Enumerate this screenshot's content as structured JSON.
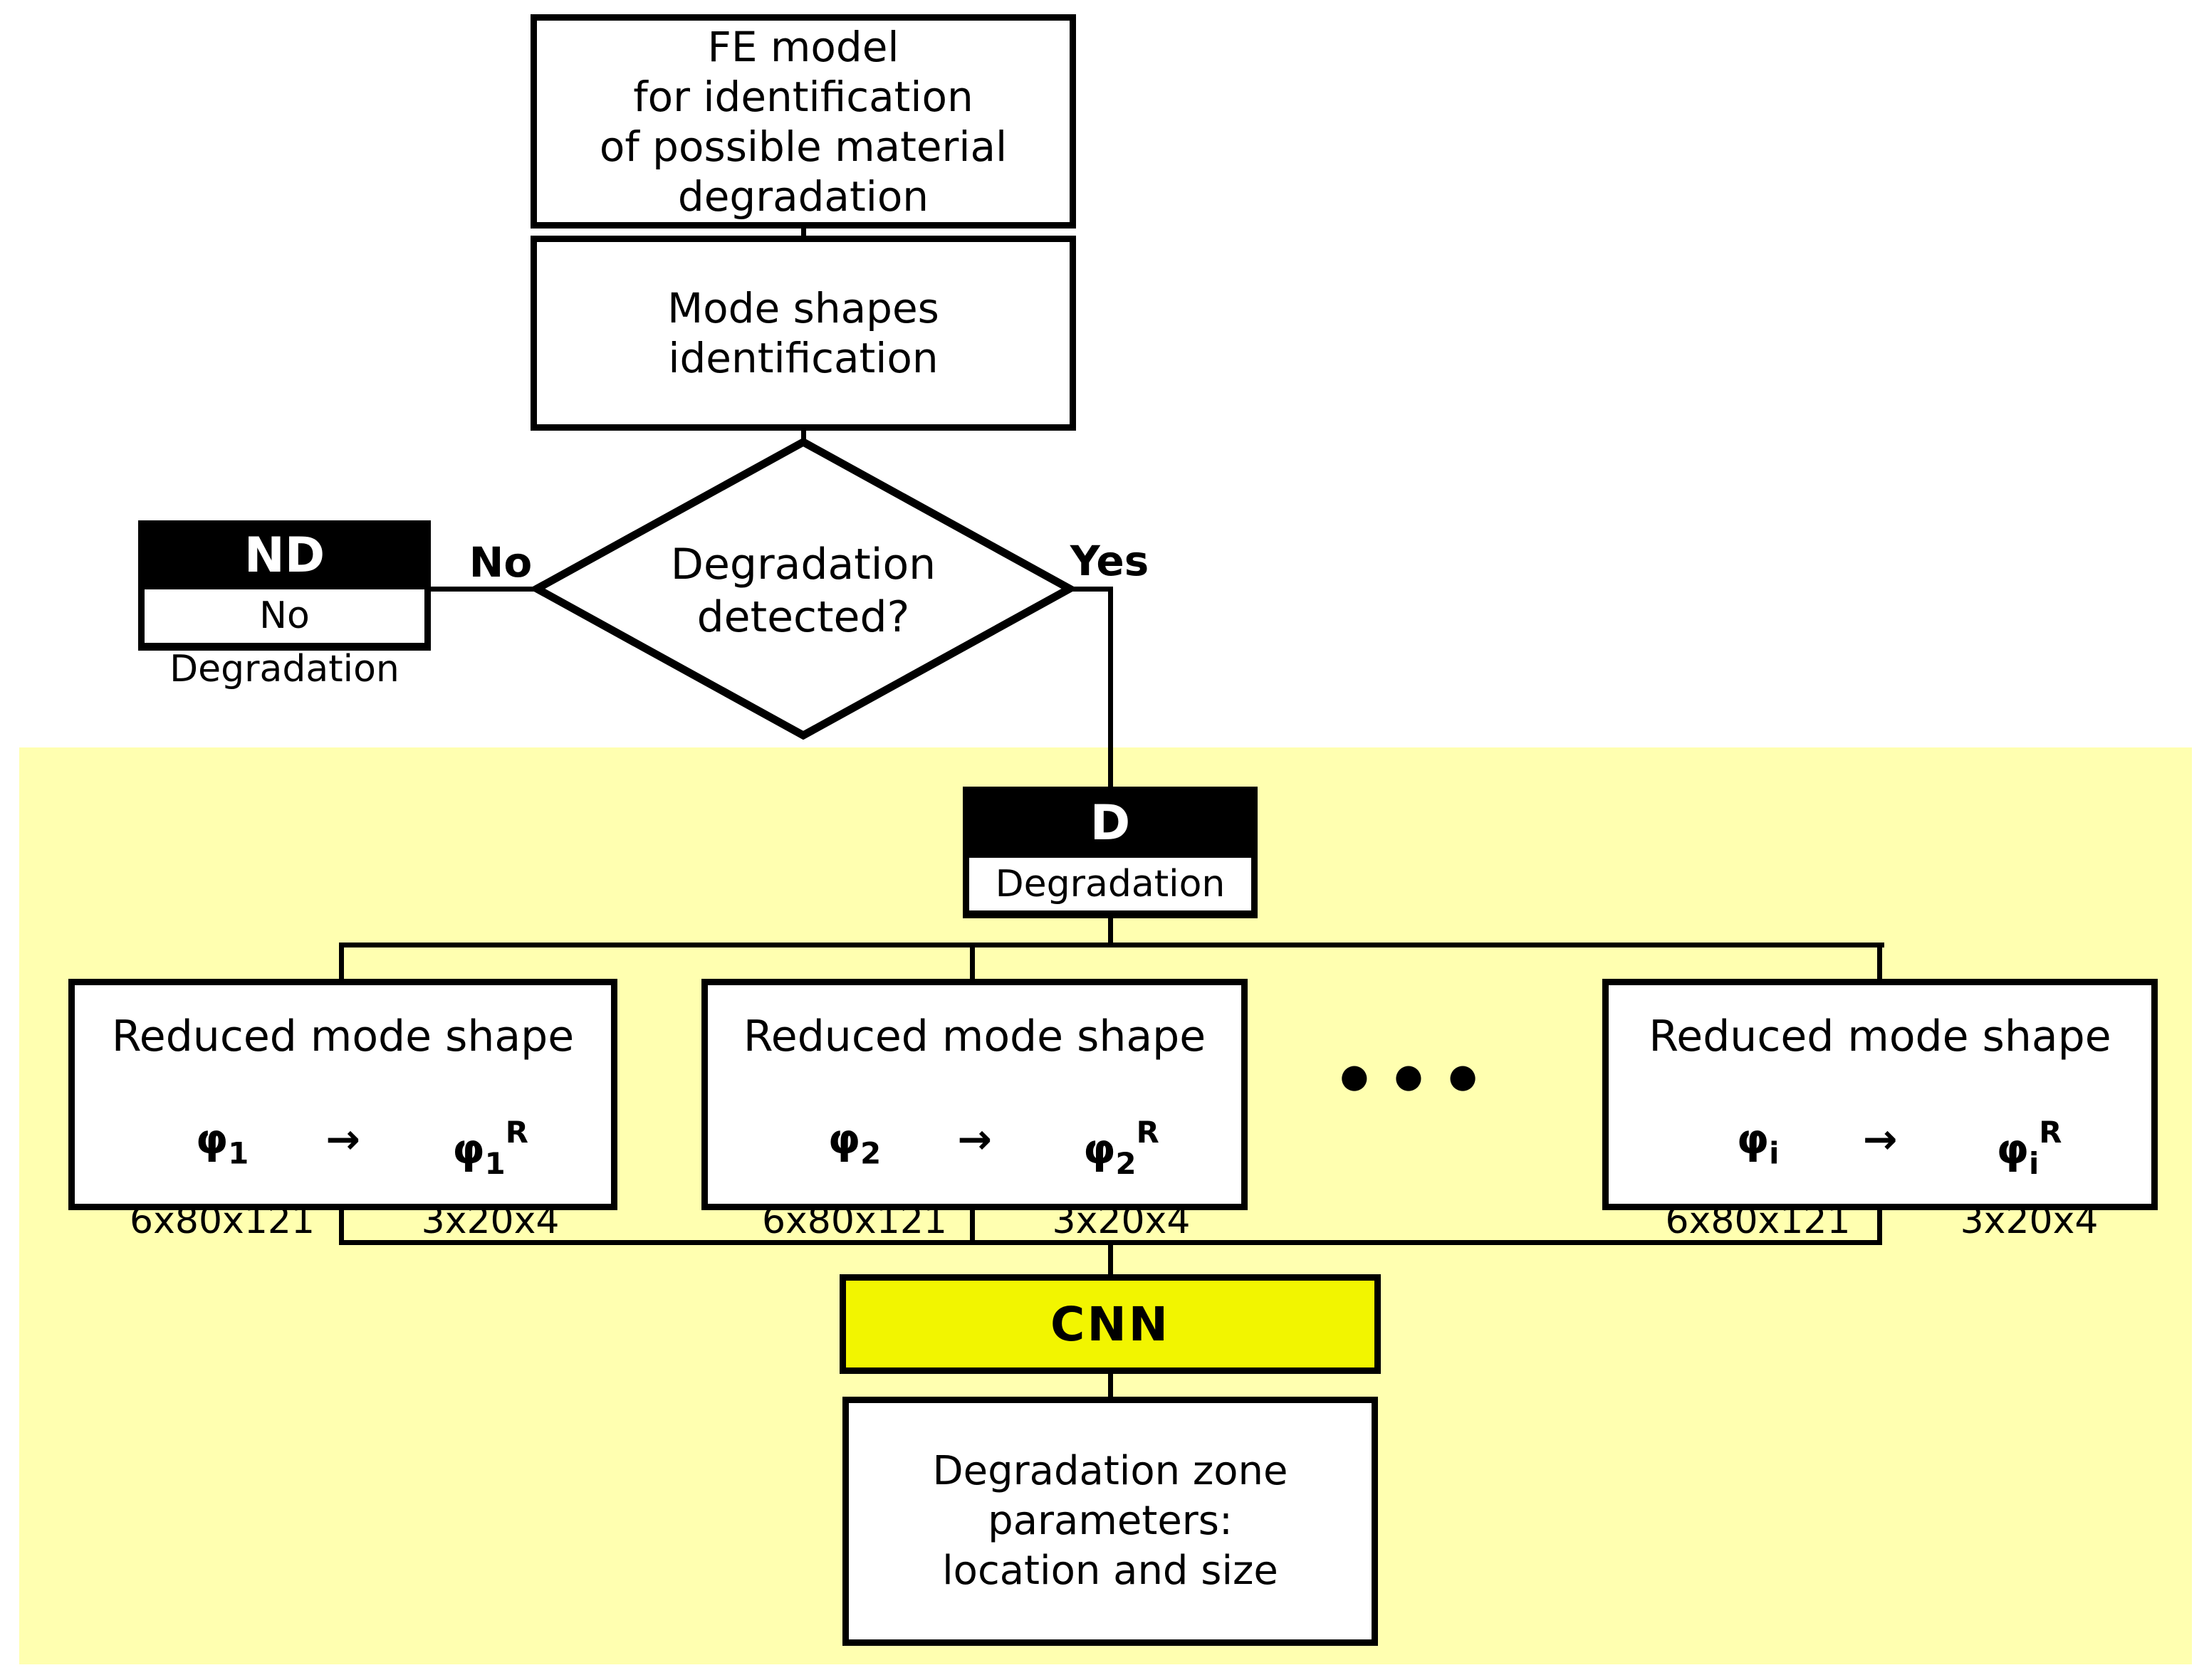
{
  "flowchart": {
    "colors": {
      "highlight_bg": "#FFFFB0",
      "cnn_fill": "#F2F500",
      "line": "#000000",
      "box_fill": "#FFFFFF"
    },
    "top_box": {
      "line1": "FE model",
      "line2": "for identification",
      "line3": "of possible material",
      "line4": "degradation"
    },
    "mode_box": {
      "line1": "Mode shapes",
      "line2": "identification"
    },
    "decision": {
      "line1": "Degradation",
      "line2": "detected?",
      "no_label": "No",
      "yes_label": "Yes"
    },
    "nd_box": {
      "abbr": "ND",
      "label": "No Degradation"
    },
    "d_box": {
      "abbr": "D",
      "label": "Degradation"
    },
    "reduced_boxes": [
      {
        "title": "Reduced mode shape",
        "phi": "φ",
        "index": "1",
        "arrow": "→",
        "sup": "R",
        "dims_in": "6x80x121",
        "dims_out": "3x20x4"
      },
      {
        "title": "Reduced mode shape",
        "phi": "φ",
        "index": "2",
        "arrow": "→",
        "sup": "R",
        "dims_in": "6x80x121",
        "dims_out": "3x20x4"
      },
      {
        "title": "Reduced mode shape",
        "phi": "φ",
        "index": "i",
        "arrow": "→",
        "sup": "R",
        "dims_in": "6x80x121",
        "dims_out": "3x20x4"
      }
    ],
    "ellipsis": "●●●",
    "cnn_box": {
      "label": "CNN"
    },
    "output_box": {
      "line1": "Degradation zone",
      "line2": "parameters:",
      "line3": "location and size"
    }
  }
}
